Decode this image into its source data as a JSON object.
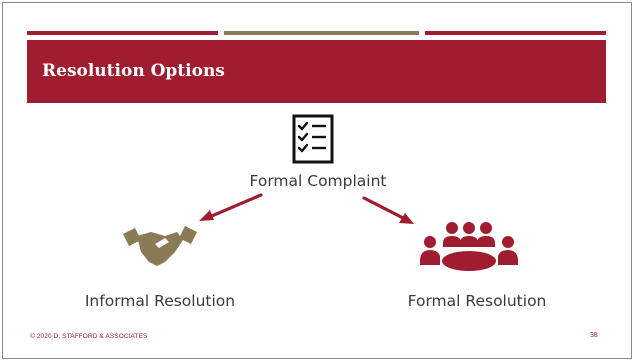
{
  "slide": {
    "title": "Resolution Options",
    "accent_color": "#a01c30",
    "secondary_color": "#8a7a55",
    "top_node": {
      "icon": "checklist-icon",
      "label": "Formal Complaint"
    },
    "options": [
      {
        "icon": "handshake-icon",
        "label": "Informal Resolution",
        "color": "#8a7a55"
      },
      {
        "icon": "meeting-icon",
        "label": "Formal Resolution",
        "color": "#a01c30"
      }
    ]
  },
  "footer": {
    "copyright": "© 2020 D. STAFFORD & ASSOCIATES",
    "page_number": "38"
  }
}
